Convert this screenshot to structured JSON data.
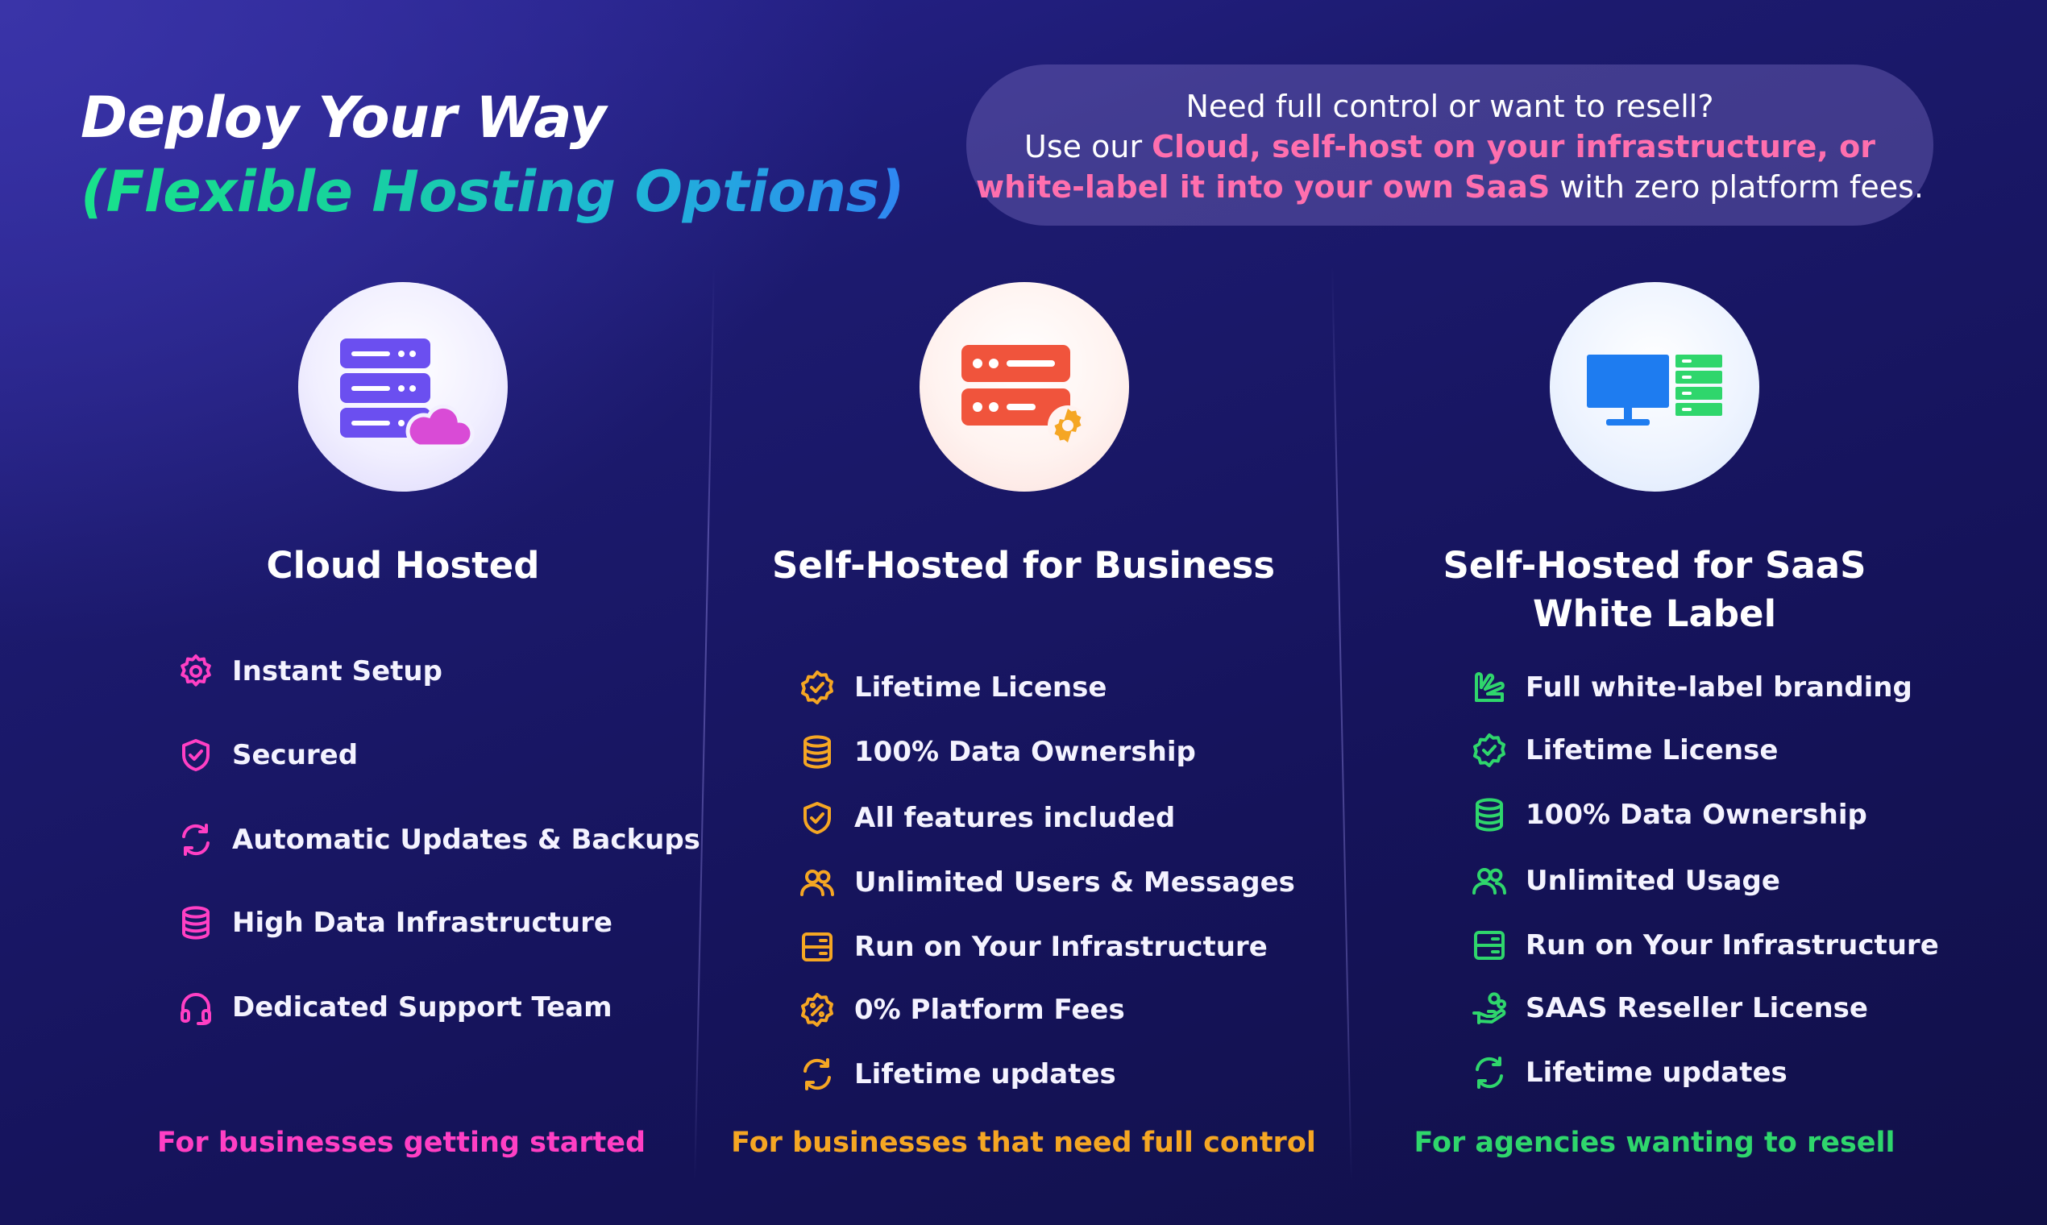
{
  "header": {
    "title_line1": "Deploy Your Way",
    "title_line2": "(Flexible Hosting Options)"
  },
  "promo": {
    "line1": "Need full control or want to resell?",
    "line2_prefix": "Use our ",
    "line2_highlight": "Cloud, self-host on your infrastructure, or",
    "line3_highlight": "white-label it into your own SaaS",
    "line3_suffix": " with zero platform fees."
  },
  "columns": [
    {
      "title": "Cloud Hosted",
      "accent": "#ff3fc4",
      "icon": "server-cloud-icon",
      "features": [
        {
          "label": "Instant Setup",
          "icon": "gear-icon"
        },
        {
          "label": "Secured",
          "icon": "shield-check-icon"
        },
        {
          "label": "Automatic Updates & Backups",
          "icon": "refresh-icon"
        },
        {
          "label": "High Data Infrastructure",
          "icon": "database-icon"
        },
        {
          "label": "Dedicated Support Team",
          "icon": "headset-icon"
        }
      ],
      "tagline": "For businesses getting started"
    },
    {
      "title": "Self-Hosted for Business",
      "accent": "#f5a623",
      "icon": "server-gear-icon",
      "features": [
        {
          "label": "Lifetime License",
          "icon": "badge-check-icon"
        },
        {
          "label": "100% Data Ownership",
          "icon": "database-icon"
        },
        {
          "label": "All features included",
          "icon": "shield-check-icon"
        },
        {
          "label": "Unlimited Users & Messages",
          "icon": "users-icon"
        },
        {
          "label": "Run on Your Infrastructure",
          "icon": "server-icon"
        },
        {
          "label": "0% Platform Fees",
          "icon": "percent-badge-icon"
        },
        {
          "label": "Lifetime updates",
          "icon": "refresh-icon"
        }
      ],
      "tagline": "For businesses that need full control"
    },
    {
      "title_line1": "Self-Hosted for SaaS",
      "title_line2": "White Label",
      "accent": "#2fd66c",
      "icon": "monitor-server-icon",
      "features": [
        {
          "label": "Full white-label branding",
          "icon": "brush-icon"
        },
        {
          "label": "Lifetime License",
          "icon": "badge-check-icon"
        },
        {
          "label": "100% Data Ownership",
          "icon": "database-icon"
        },
        {
          "label": "Unlimited Usage",
          "icon": "users-icon"
        },
        {
          "label": "Run on Your Infrastructure",
          "icon": "server-icon"
        },
        {
          "label": "SAAS Reseller License",
          "icon": "hand-coins-icon"
        },
        {
          "label": "Lifetime updates",
          "icon": "refresh-icon"
        }
      ],
      "tagline": "For agencies wanting to resell"
    }
  ]
}
